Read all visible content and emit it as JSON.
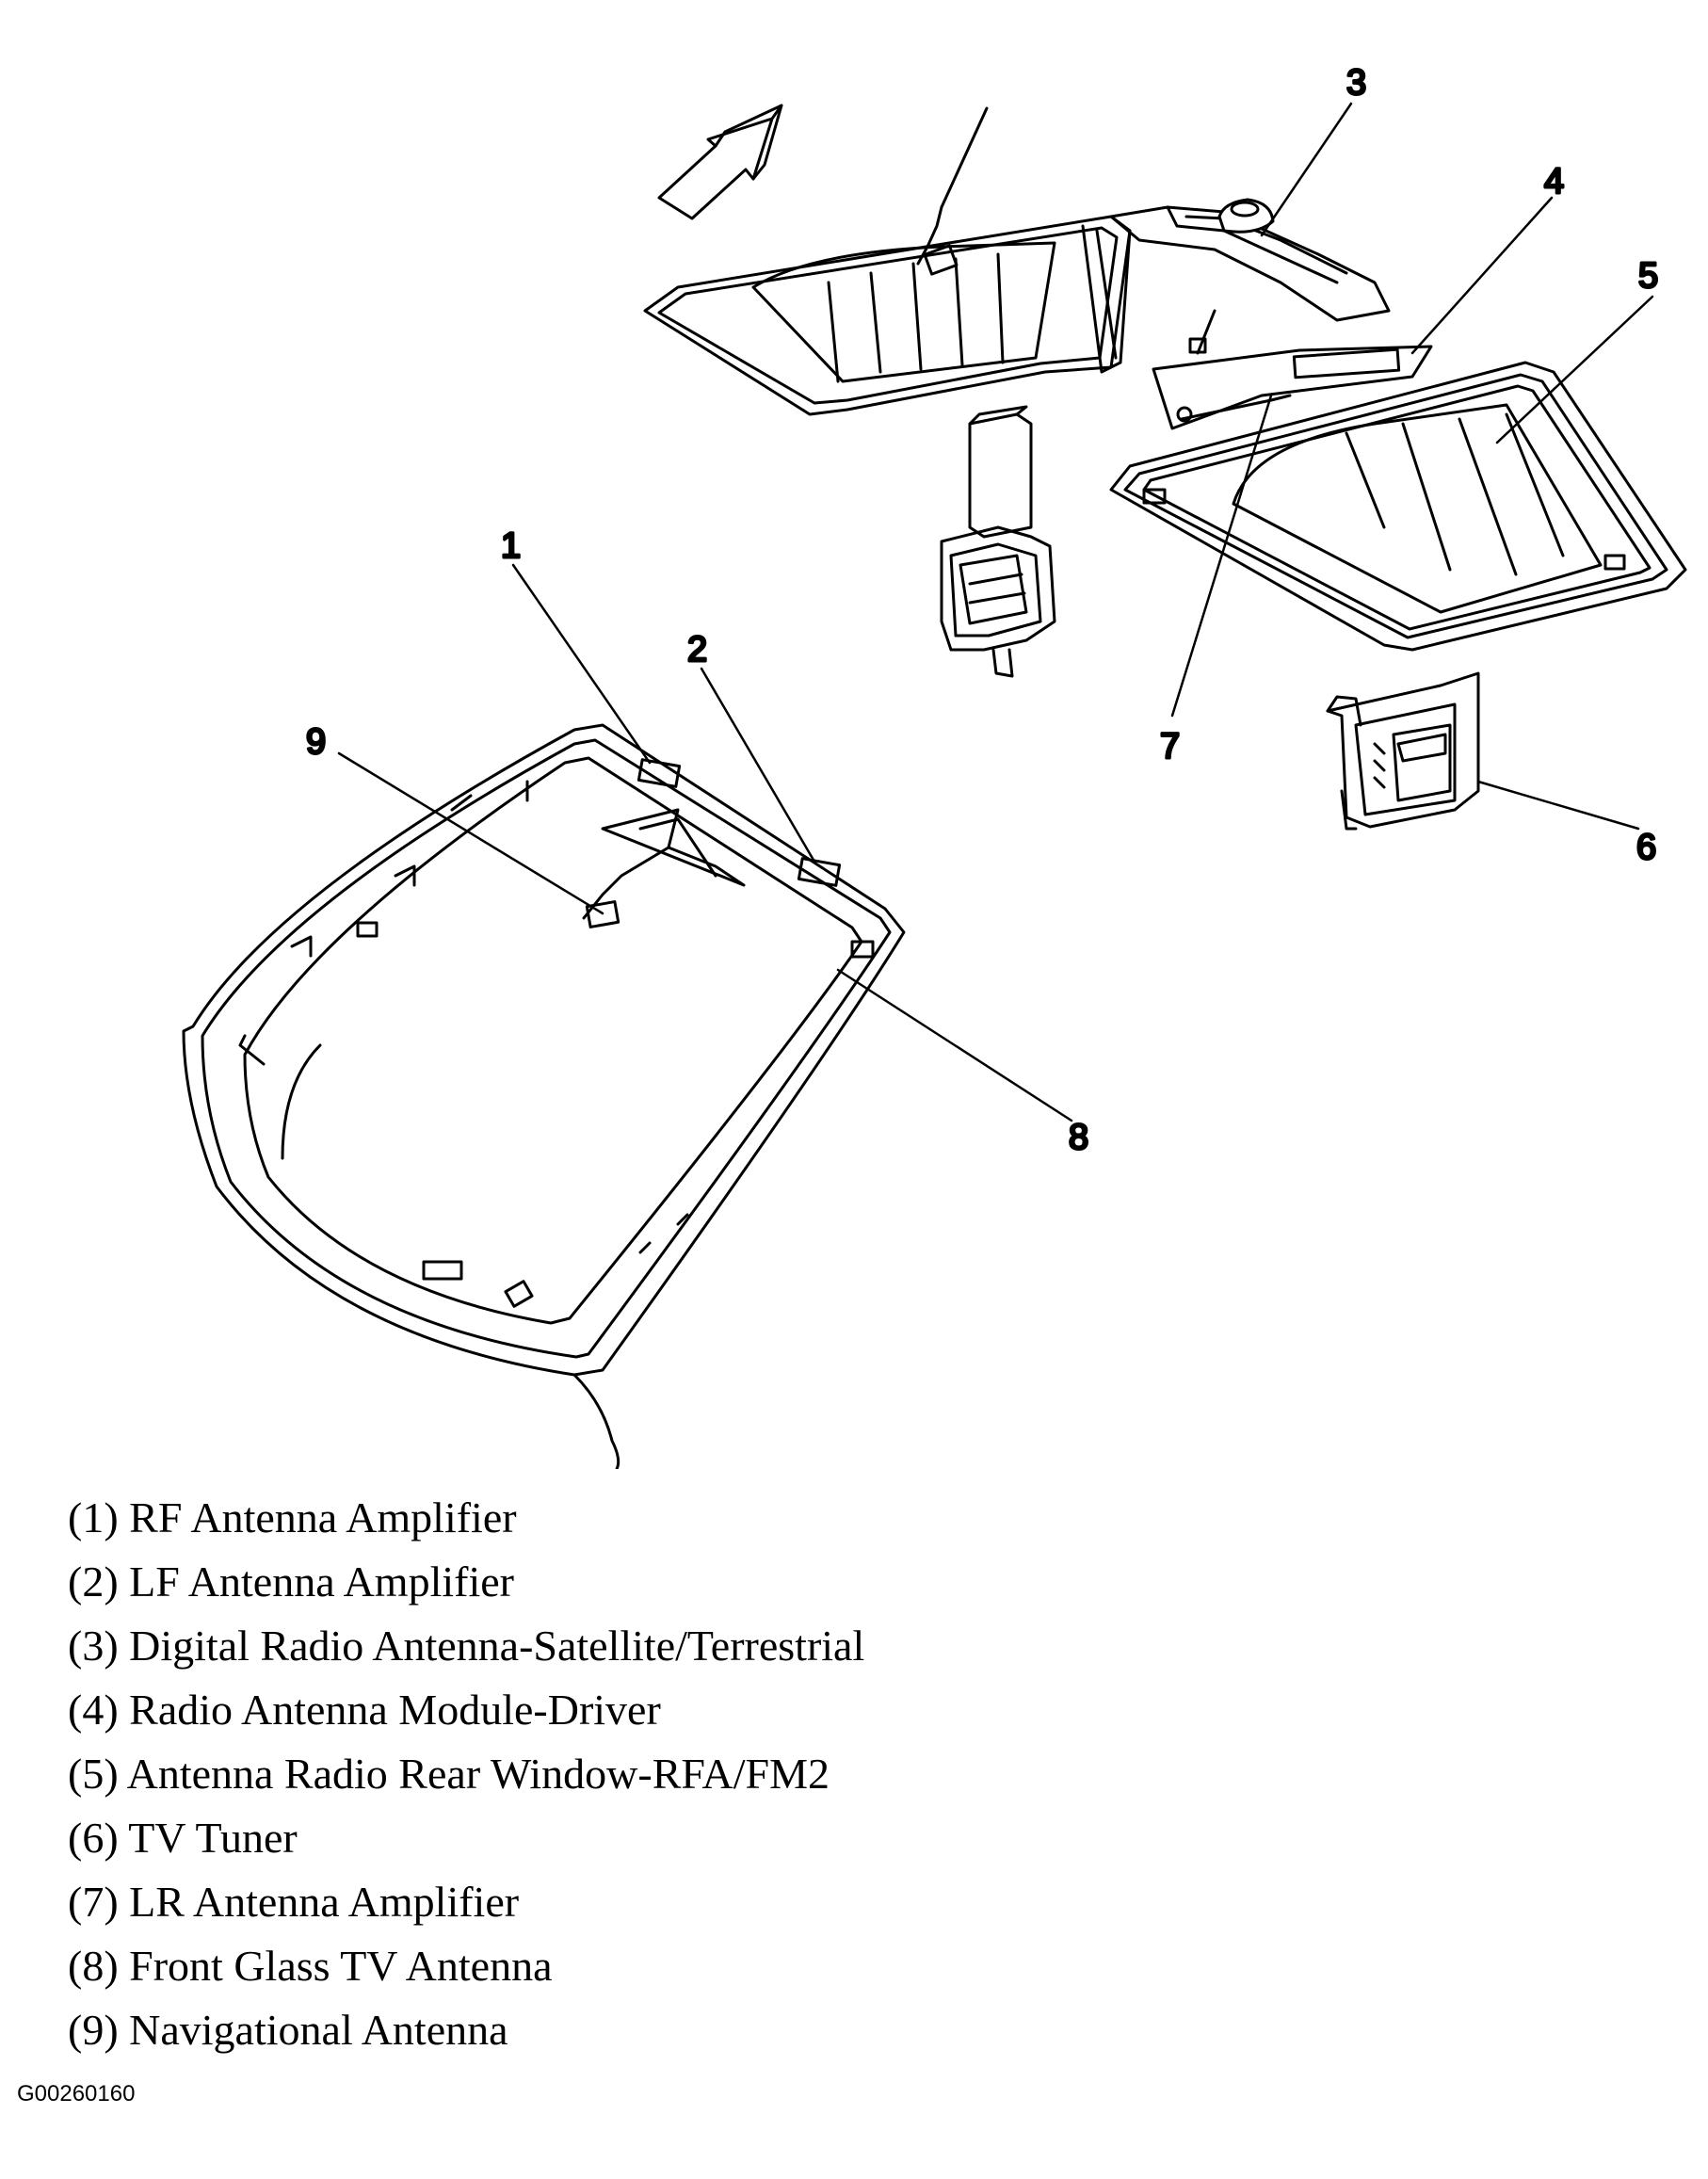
{
  "callouts": [
    "1",
    "2",
    "3",
    "4",
    "5",
    "6",
    "7",
    "8",
    "9"
  ],
  "legend": [
    "(1) RF Antenna Amplifier",
    "(2) LF Antenna Amplifier",
    "(3) Digital Radio Antenna-Satellite/Terrestrial",
    "(4) Radio Antenna Module-Driver",
    "(5) Antenna Radio Rear Window-RFA/FM2",
    "(6) TV Tuner",
    "(7) LR Antenna Amplifier",
    "(8) Front Glass TV Antenna",
    "(9) Navigational Antenna"
  ],
  "figure_id": "G00260160",
  "icons": [
    "front-direction-arrow-icon"
  ]
}
